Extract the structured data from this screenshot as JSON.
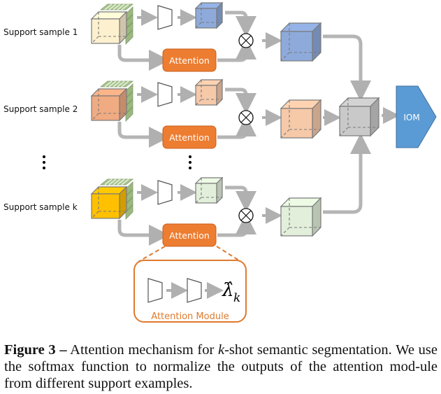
{
  "figure": {
    "rows": [
      {
        "label": "Support sample 1",
        "input_color": "#fdf0cf",
        "feature_color": "#8eaadb",
        "output_color": "#8eaadb",
        "attention_label": "Attention"
      },
      {
        "label": "Support sample 2",
        "input_color": "#f0ab82",
        "feature_color": "#f6c9a9",
        "output_color": "#f6c9a9",
        "attention_label": "Attention"
      },
      {
        "label": "Support sample k",
        "input_color": "#ffc000",
        "feature_color": "#e2efda",
        "output_color": "#e2efda",
        "attention_label": "Attention"
      }
    ],
    "ellipsis": "⋮",
    "merge_cube_color": "#c9c9c9",
    "iom_label": "IOM",
    "iom_color": "#5b9bd5",
    "attention_color": "#ed7d31",
    "attention_module": {
      "title": "Attention Module",
      "output_symbol": "λ̂",
      "output_subscript": "k"
    },
    "multiply_symbol": "⊗"
  },
  "caption": {
    "label": "Figure 3 –",
    "text": "Attention mechanism for k-shot semantic segmentation. We use the softmax function to normalize the outputs of the attention module from different support examples.",
    "text_part1": " Attention mechanism for ",
    "text_italic": "k",
    "text_part2": "-shot semantic segmentation. We use the softmax function to normalize the outputs of the attention mod-ule from different support examples."
  }
}
